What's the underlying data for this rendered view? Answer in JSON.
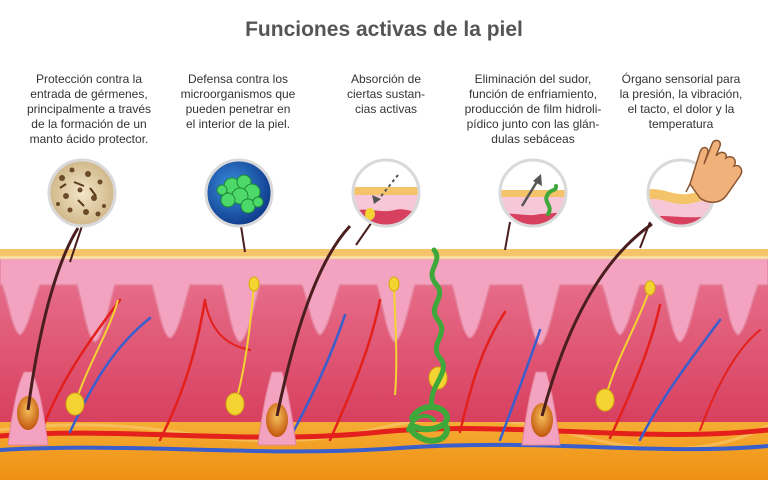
{
  "title": "Funciones activas de la piel",
  "functions": [
    {
      "text": "Protección contra la\nentrada de gérmenes,\nprincipalmente a través\nde la formación de un\nmanto ácido protector.",
      "icon": "germs-magnifier-icon"
    },
    {
      "text": "Defensa contra los\nmicroorganismos que\npueden penetrar en\nel interior de la piel.",
      "icon": "microorganism-icon"
    },
    {
      "text": "Absorción de\nciertas sustan-\ncias activas",
      "icon": "absorption-arrow-icon"
    },
    {
      "text": "Eliminación del sudor,\nfunción de enfriamiento,\nproducción de film hidroli-\npídico junto con las glán-\ndulas sebáceas",
      "icon": "sweat-gland-icon"
    },
    {
      "text": "Órgano sensorial para\nla presión, la vibración,\nel tacto, el dolor y la\ntemperatura",
      "icon": "touch-finger-icon"
    }
  ],
  "colors": {
    "epidermis": "#f4a9c4",
    "dermis": "#e2506f",
    "fat": "#f5a623",
    "artery": "#e3201b",
    "vein": "#3a5fcd",
    "nerve": "#f3d432",
    "hair": "#4a1e1e",
    "sweat_gland": "#3ea83a"
  }
}
